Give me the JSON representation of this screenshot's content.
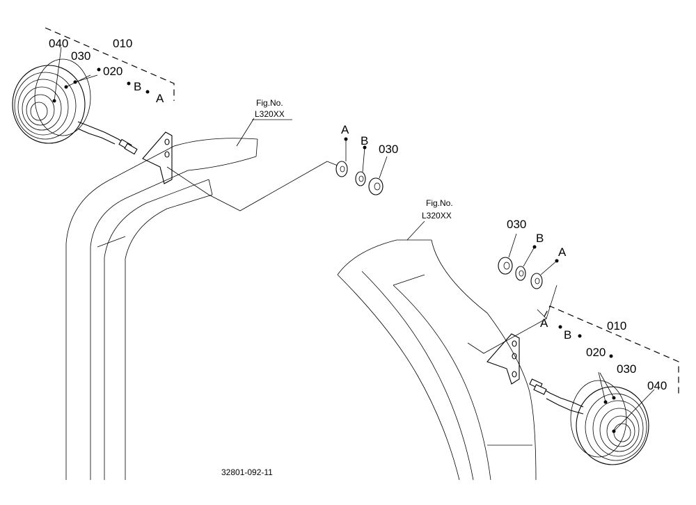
{
  "figure_code": "32801-092-11",
  "left_assembly": {
    "label_010": "010",
    "label_040": "040",
    "label_030": "030",
    "label_020": "020",
    "label_b": "B",
    "label_a": "A",
    "fig_ref_line1": "Fig.No.",
    "fig_ref_line2": "L320XX",
    "hw_label_a": "A",
    "hw_label_b": "B",
    "hw_label_030": "030"
  },
  "right_assembly": {
    "label_010": "010",
    "label_040": "040",
    "label_030": "030",
    "label_020": "020",
    "label_b": "B",
    "label_a": "A",
    "fig_ref_line1": "Fig.No.",
    "fig_ref_line2": "L320XX",
    "hw_label_a": "A",
    "hw_label_b": "B",
    "hw_label_030": "030"
  }
}
